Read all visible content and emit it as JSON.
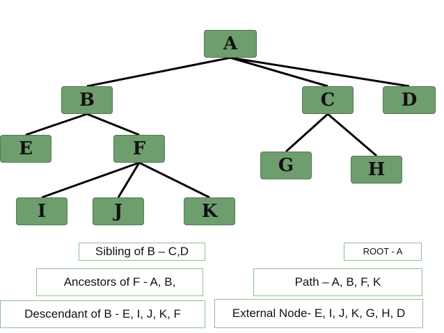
{
  "colors": {
    "node_fill": "#6e9e6e",
    "node_border": "#4f7a4f",
    "note_border": "#8fbf8f",
    "edge": "#000000"
  },
  "nodes": {
    "A": "A",
    "B": "B",
    "C": "C",
    "D": "D",
    "E": "E",
    "F": "F",
    "G": "G",
    "H": "H",
    "I": "I",
    "J": "J",
    "K": "K"
  },
  "edges": [
    [
      "A",
      "B"
    ],
    [
      "A",
      "C"
    ],
    [
      "A",
      "D"
    ],
    [
      "B",
      "E"
    ],
    [
      "B",
      "F"
    ],
    [
      "C",
      "G"
    ],
    [
      "C",
      "H"
    ],
    [
      "F",
      "I"
    ],
    [
      "F",
      "J"
    ],
    [
      "F",
      "K"
    ]
  ],
  "notes": {
    "sibling": "Sibling of B – C,D",
    "root": "ROOT - A",
    "ancestors": "Ancestors of F - A, B,",
    "path": "Path – A, B, F, K",
    "descendant": "Descendant of B - E, I, J, K, F",
    "external": "External Node- E, I, J, K, G, H, D"
  }
}
